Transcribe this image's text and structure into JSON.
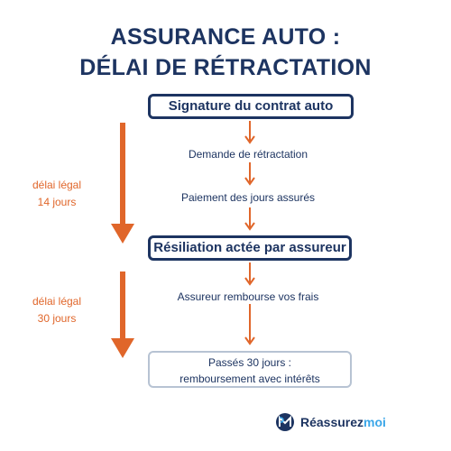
{
  "title": {
    "line1": "ASSURANCE AUTO :",
    "line2": "DÉLAI DE RÉTRACTATION"
  },
  "steps": {
    "signature": "Signature du contrat auto",
    "demande": "Demande de rétractation",
    "paiement": "Paiement des jours assurés",
    "resiliation": "Résiliation actée par assureur",
    "rembourse": "Assureur rembourse vos frais",
    "passes_line1": "Passés 30 jours :",
    "passes_line2": "remboursement avec intérêts"
  },
  "side_labels": {
    "first_line1": "délai légal",
    "first_line2": "14 jours",
    "second_line1": "délai légal",
    "second_line2": "30 jours"
  },
  "brand": {
    "name_part1": "Réassurez",
    "name_part2": "moi"
  },
  "colors": {
    "navy": "#1d3461",
    "orange": "#e0662a",
    "light_border": "#b7c3d3",
    "accent_blue": "#3aa6e8"
  }
}
